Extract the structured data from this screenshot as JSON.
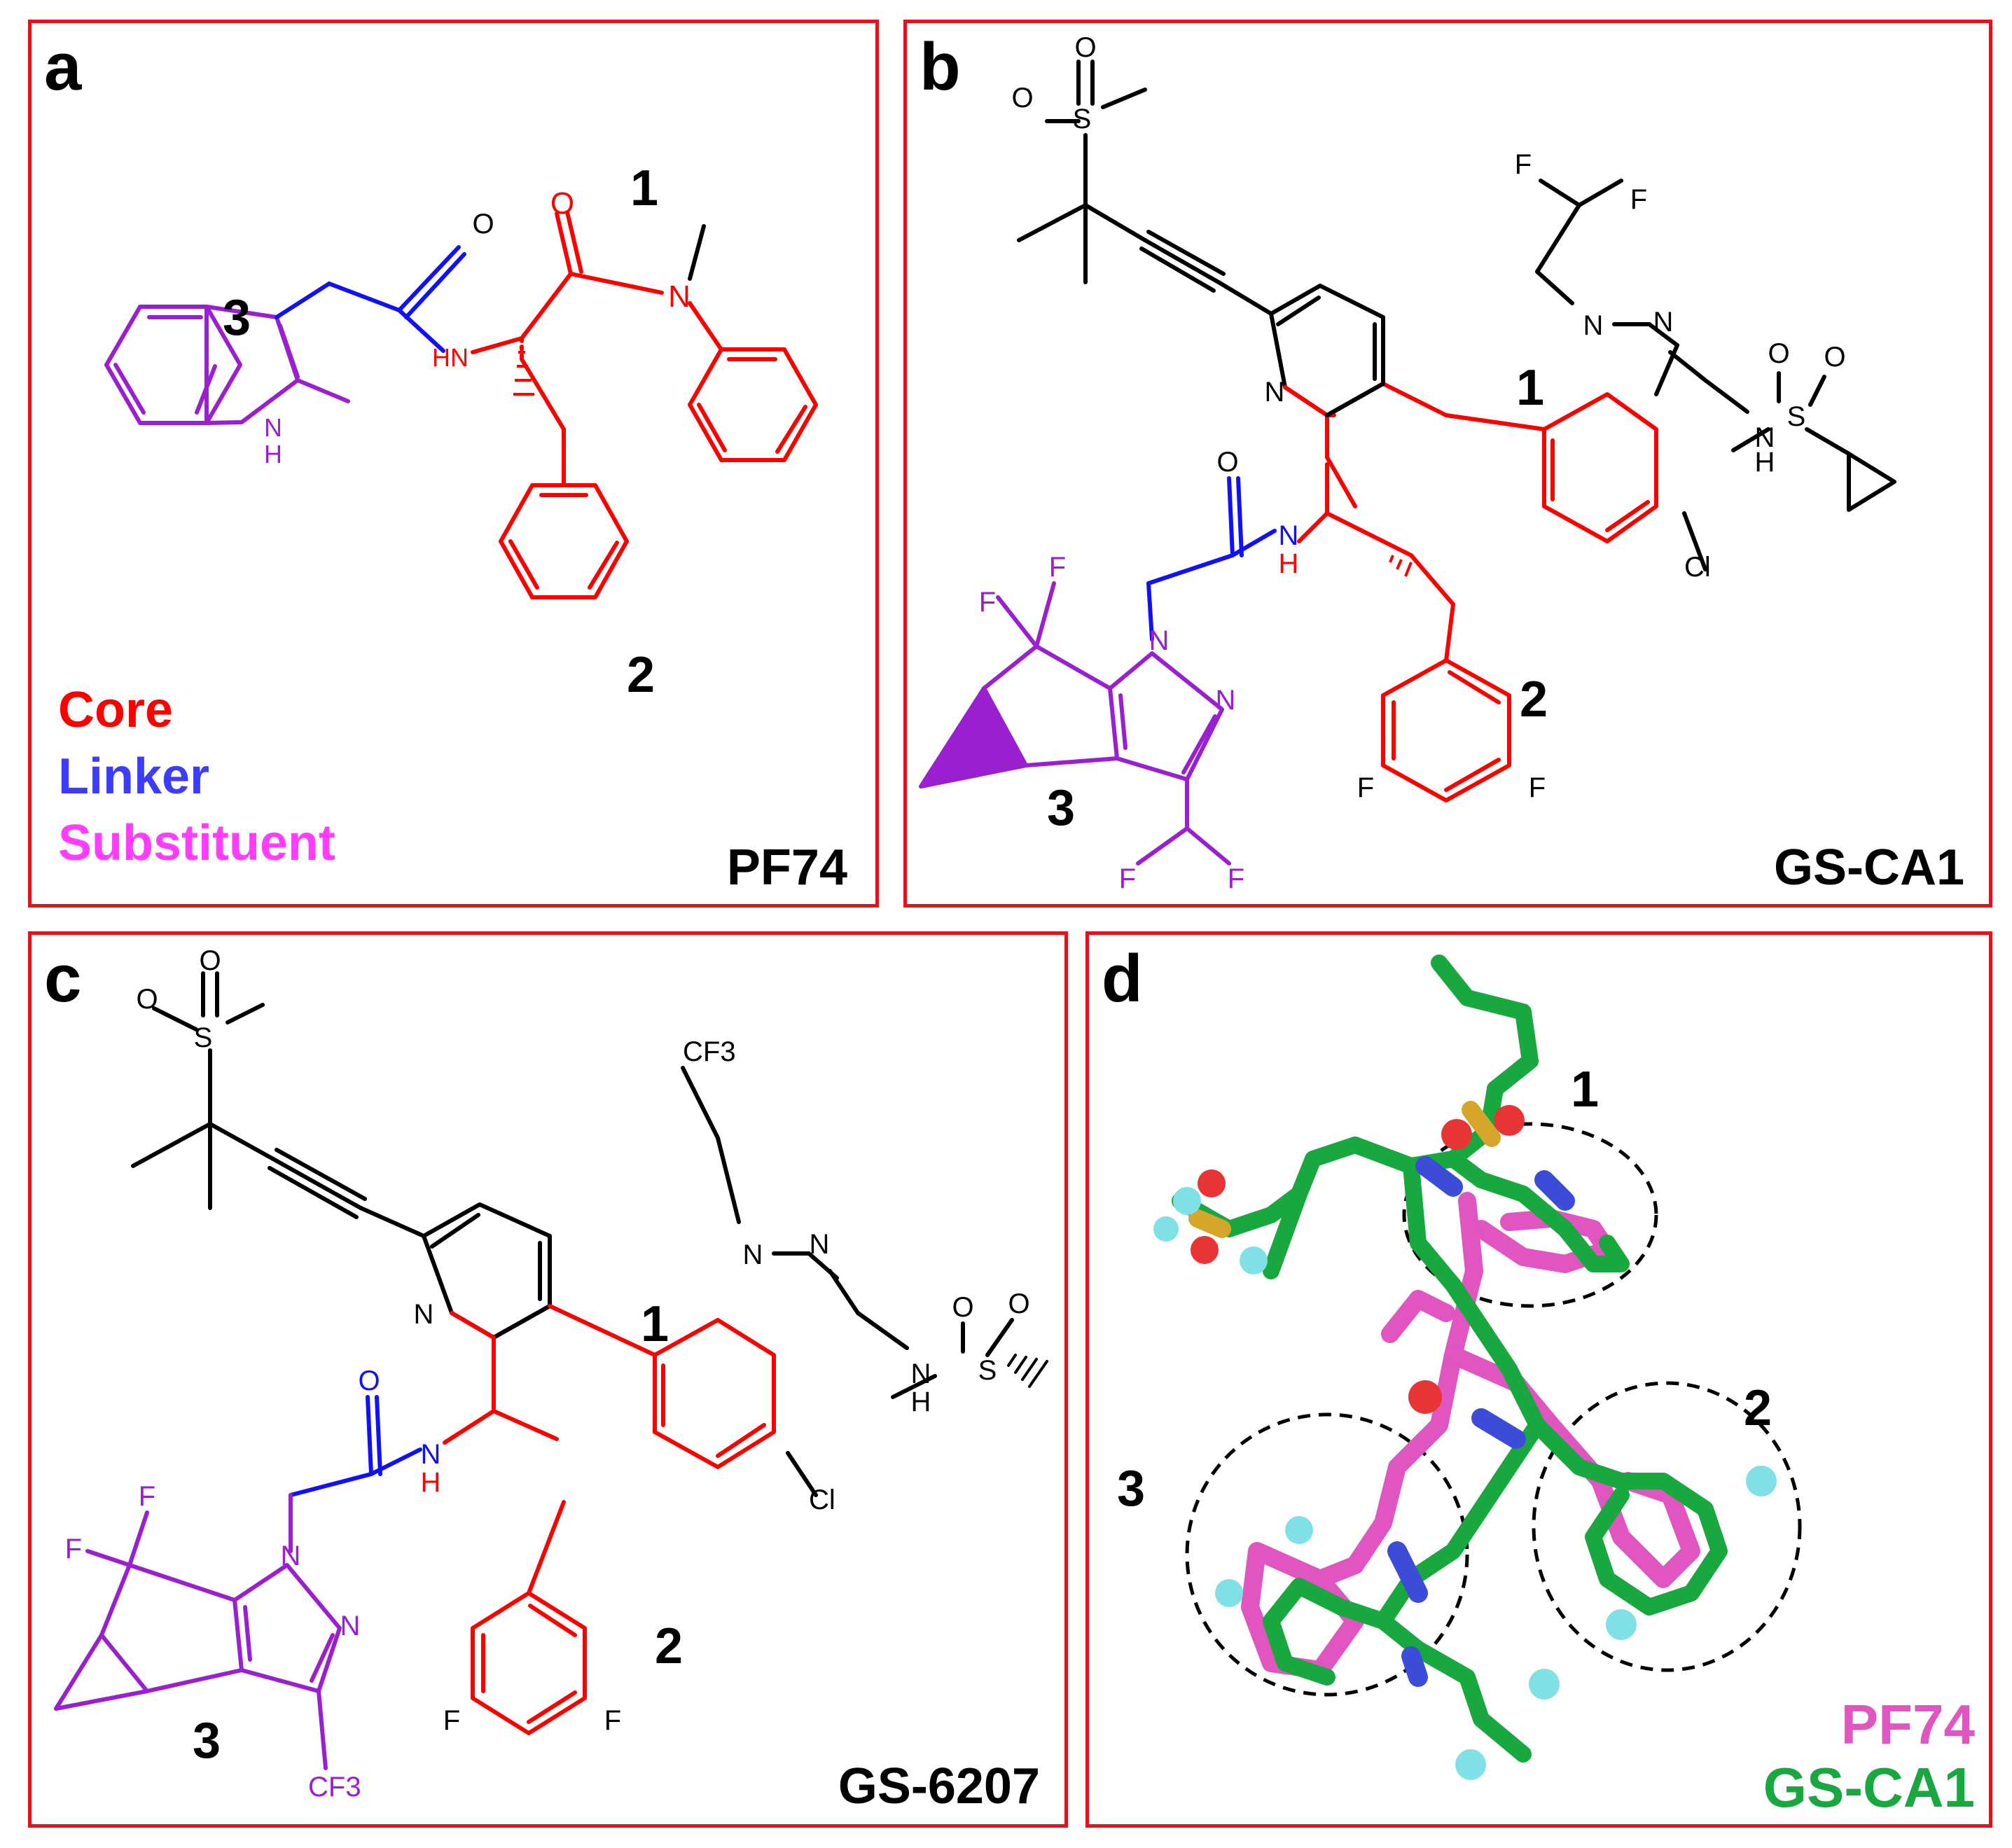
{
  "colors": {
    "frame": "#e0151b",
    "core": "#ff0000",
    "linker": "#1010ff",
    "substituent": "#9a1fd0",
    "legend_core": "#ff0000",
    "legend_linker": "#3c3cff",
    "legend_substituent": "#ff3cff",
    "black": "#000000",
    "pf74_label": "#e055c0",
    "gsca1_label": "#19a83f"
  },
  "panels": {
    "a": {
      "letter": "a",
      "compound": "PF74",
      "legend": {
        "core": "Core",
        "linker": "Linker",
        "substituent": "Substituent"
      },
      "regions": {
        "r1": "1",
        "r2": "2",
        "r3": "3"
      },
      "atoms": {
        "o1": "O",
        "o2": "O",
        "nh": "HN",
        "n": "N",
        "indole_n": "N",
        "indole_h": "H"
      }
    },
    "b": {
      "letter": "b",
      "compound": "GS-CA1",
      "regions": {
        "r1": "1",
        "r2": "2",
        "r3": "3"
      },
      "atoms": {
        "s_top": "S",
        "o_a": "O",
        "o_b": "O",
        "f_1": "F",
        "f_2": "F",
        "n_1": "N",
        "n_2": "N",
        "s_right": "S",
        "o_c": "O",
        "o_d": "O",
        "nh_n": "N",
        "nh_h": "H",
        "pyr_n": "N",
        "o_link": "O",
        "link_n": "N",
        "link_h": "H",
        "cl": "Cl",
        "f_3": "F",
        "f_4": "F",
        "pz_n1": "N",
        "pz_n2": "N",
        "f_5": "F",
        "f_6": "F",
        "f_7": "F",
        "f_8": "F"
      }
    },
    "c": {
      "letter": "c",
      "compound": "GS-6207",
      "regions": {
        "r1": "1",
        "r2": "2",
        "r3": "3"
      },
      "atoms": {
        "s_top": "S",
        "o_a": "O",
        "o_b": "O",
        "cf3_top": "CF3",
        "n_1": "N",
        "n_2": "N",
        "s_right": "S",
        "o_c": "O",
        "o_d": "O",
        "nh_n": "N",
        "nh_h": "H",
        "pyr_n": "N",
        "o_link": "O",
        "link_n": "N",
        "link_h": "H",
        "cl": "Cl",
        "f_1": "F",
        "f_2": "F",
        "pz_n1": "N",
        "pz_n2": "N",
        "cf3_bottom": "CF3",
        "f_3": "F",
        "f_4": "F"
      }
    },
    "d": {
      "letter": "d",
      "regions": {
        "r1": "1",
        "r2": "2",
        "r3": "3"
      },
      "legend": {
        "pf74": "PF74",
        "gsca1": "GS-CA1"
      }
    }
  }
}
